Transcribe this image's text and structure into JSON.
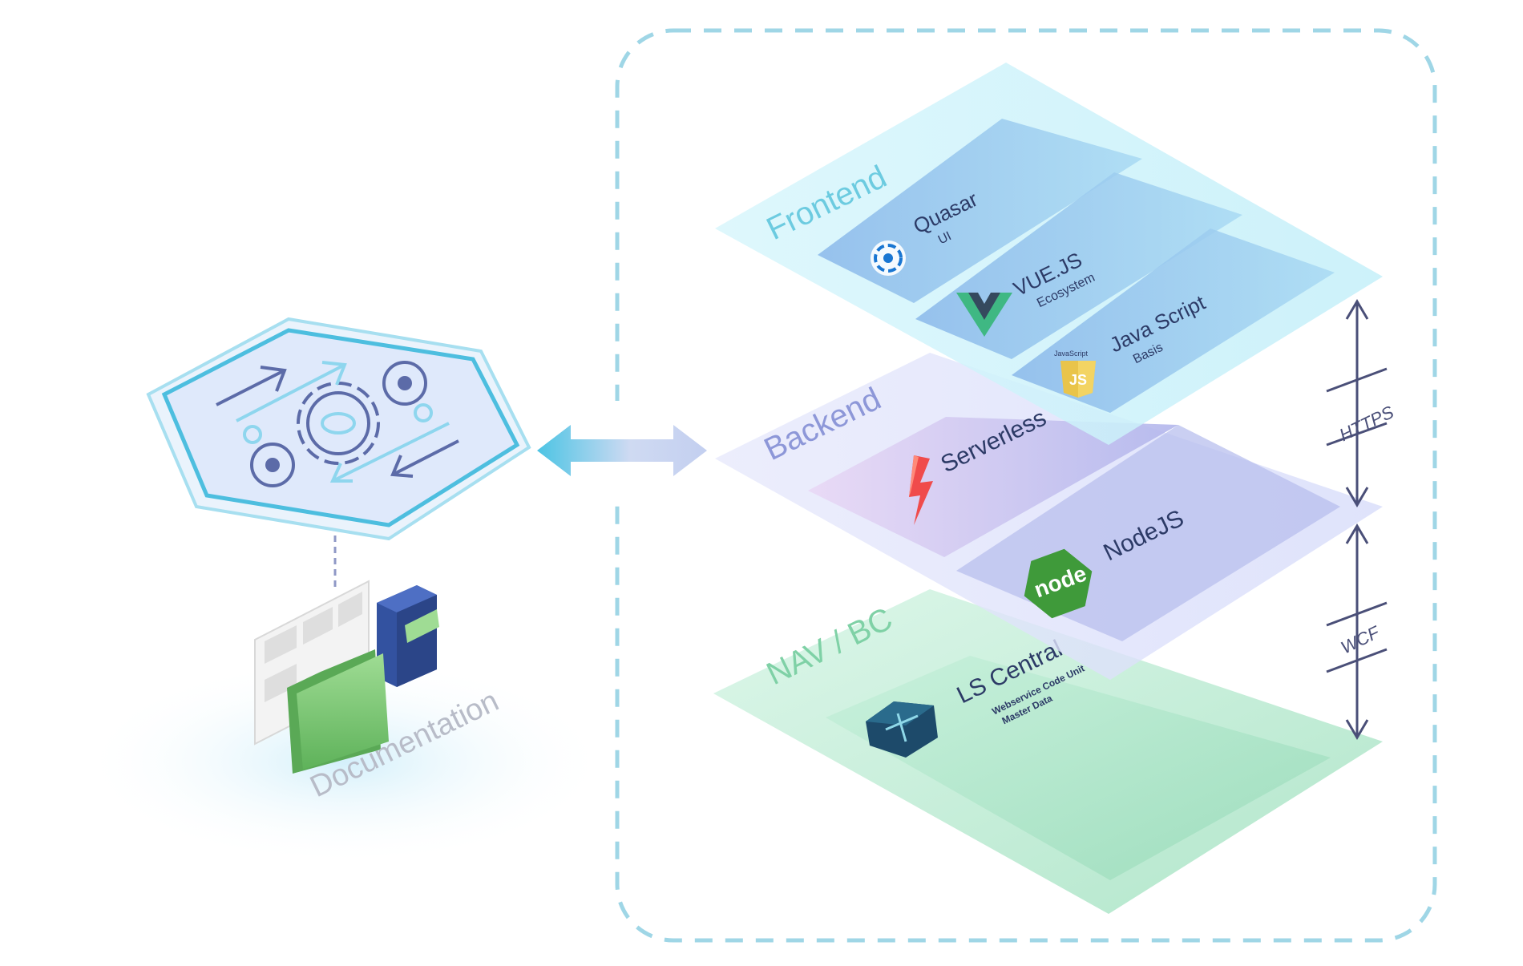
{
  "layers": {
    "frontend": {
      "title": "Frontend",
      "items": [
        {
          "name": "Quasar",
          "sub": "UI"
        },
        {
          "name": "VUE.JS",
          "sub": "Ecosystem"
        },
        {
          "name": "Java Script",
          "sub": "Basis",
          "badge_top": "JavaScript",
          "badge_glyph": "JS"
        }
      ]
    },
    "backend": {
      "title": "Backend",
      "items": [
        {
          "name": "Serverless"
        },
        {
          "name": "NodeJS",
          "logo_text": "node"
        }
      ]
    },
    "navbc": {
      "title": "NAV / BC",
      "items": [
        {
          "name": "LS Central",
          "sub1": "Webservice  Code Unit",
          "sub2": "Master Data"
        }
      ]
    }
  },
  "protocols": {
    "https": "HTTPS",
    "wcf": "WCF"
  },
  "documentation": {
    "label": "Documentation"
  },
  "colors": {
    "dashed_border": "#9fd6e6",
    "frontend_plane": "#c9f2fb",
    "backend_plane": "#dfe3fb",
    "navbc_plane": "#c9efdc",
    "title_frontend": "#6ccbe0",
    "title_backend": "#8d97d8",
    "title_navbc": "#7fd1a6",
    "text_dark": "#2c3a66",
    "arrow_dark": "#4a4f78",
    "hex_border": "#4dbedf"
  }
}
